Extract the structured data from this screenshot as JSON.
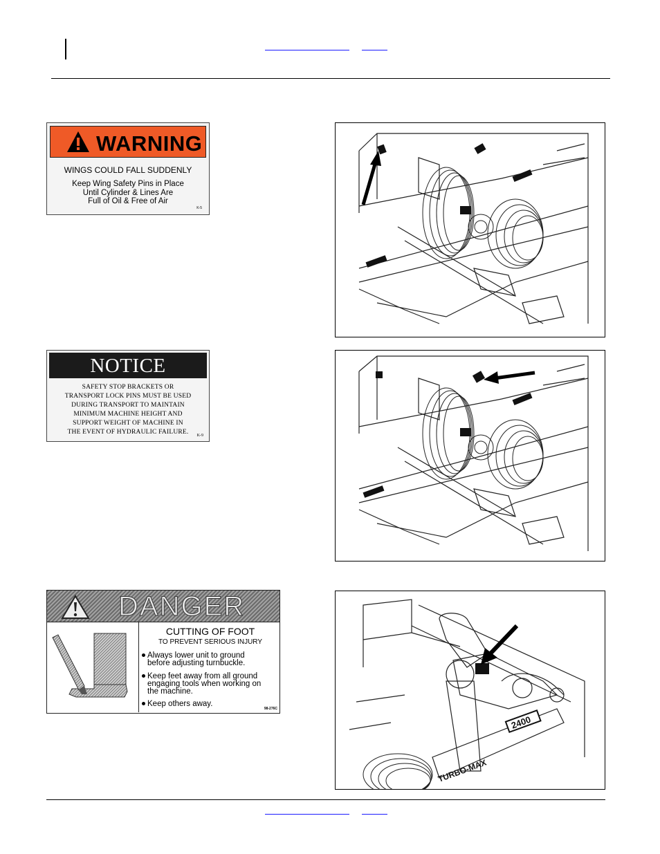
{
  "header": {
    "link_left": "                         ",
    "link_right": "        "
  },
  "footer": {
    "link_left": "                         ",
    "link_right": "        "
  },
  "warning_decal": {
    "title": "WARNING",
    "line1": "WINGS COULD FALL SUDDENLY",
    "line2": "Keep Wing Safety Pins in Place",
    "line3": "Until Cylinder & Lines Are",
    "line4": "Full of Oil & Free of Air",
    "code": "K-5",
    "header_color": "#ef5a27"
  },
  "notice_decal": {
    "title": "NOTICE",
    "lines": [
      "SAFETY STOP BRACKETS OR",
      "TRANSPORT LOCK PINS MUST BE USED",
      "DURING TRANSPORT TO MAINTAIN",
      "MINIMUM MACHINE HEIGHT AND",
      "SUPPORT WEIGHT OF MACHINE IN",
      "THE EVENT OF HYDRAULIC FAILURE."
    ],
    "code": "K-9"
  },
  "danger_decal": {
    "title": "DANGER",
    "heading": "CUTTING OF FOOT",
    "subheading": "TO PREVENT SERIOUS INJURY",
    "bullets": [
      [
        "Always lower unit to ground",
        "before adjusting turnbuckle."
      ],
      [
        "Keep feet away  from all ground",
        "engaging tools when working on",
        "the machine."
      ],
      [
        "Keep others away."
      ]
    ],
    "code": "98-276C"
  },
  "illustrations": {
    "one": "frame-wing-decal-location",
    "two": "frame-notice-decal-location",
    "three": "hitch-danger-decal-location",
    "machine_model": "2400",
    "machine_brand": "TURBO-MAX"
  }
}
